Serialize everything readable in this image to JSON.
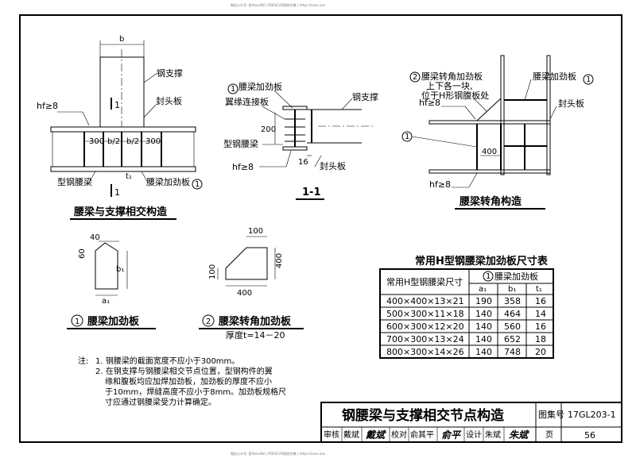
{
  "watermark": {
    "top": "微信公众号: 图书xxxPal | PDF&CAD图纸合集 | https://xxxx.xxx",
    "bottom": "微信公众号: 图书xxxPal | PDF&CAD图纸合集 | https://xxxx.xxx"
  },
  "detail_a": {
    "title": "腰梁与支撑相交构造",
    "dim_b": "b",
    "steel_brace": "钢支撑",
    "end_plate": "封头板",
    "hf": "hf≥8",
    "sec_mark_top": "1",
    "sec_mark_bottom": "1",
    "dim_300_l": "300",
    "dim_b2_l": "b/2",
    "dim_b2_r": "b/2",
    "dim_300_r": "300",
    "t1": "t₁",
    "beam": "型钢腰梁",
    "stiffener": "腰梁加劲板",
    "circle": "1"
  },
  "section_11": {
    "title": "1-1",
    "stiffener": "腰梁加劲板",
    "flange_plate": "翼缘连接板",
    "steel_brace": "钢支撑",
    "beam": "型钢腰梁",
    "dim_200": "200",
    "hf": "hf≥8",
    "dim_16": "16",
    "end_plate": "封头板",
    "circle": "1"
  },
  "detail_corner": {
    "title": "腰梁转角构造",
    "circle2": "2",
    "note_l1": "腰梁转角加劲板",
    "note_l2": "上下各一块,",
    "note_l3": "位于H形钢腹板处",
    "stiffener": "腰梁加劲板",
    "circle1": "1",
    "hf1": "hf≥8",
    "end_plate": "封头板",
    "circle1b": "1",
    "dim_400": "400",
    "hf2": "hf≥8"
  },
  "plate1": {
    "dim_40": "40",
    "dim_60": "60",
    "b1": "b₁",
    "a1": "a₁",
    "circle": "1",
    "title": "腰梁加劲板"
  },
  "plate2": {
    "dim_100_top": "100",
    "dim_400_right": "400",
    "dim_100_left": "100",
    "dim_400_bottom": "400",
    "circle": "2",
    "title": "腰梁转角加劲板",
    "thickness": "厚度t=14－20"
  },
  "table": {
    "title": "常用H型钢腰梁加劲板尺寸表",
    "col_header": "常用H型钢腰梁尺寸",
    "group_header": "腰梁加劲板",
    "group_circle": "1",
    "sub_headers": [
      "a₁",
      "b₁",
      "t₁"
    ],
    "rows": [
      [
        "400×400×13×21",
        "190",
        "358",
        "16"
      ],
      [
        "500×300×11×18",
        "140",
        "464",
        "14"
      ],
      [
        "600×300×12×20",
        "140",
        "560",
        "16"
      ],
      [
        "700×300×13×24",
        "140",
        "652",
        "18"
      ],
      [
        "800×300×14×26",
        "140",
        "748",
        "20"
      ]
    ]
  },
  "notes": {
    "label": "注:",
    "n1": "1. 钢腰梁的截面宽度不应小于300mm。",
    "n2a": "2. 在钢支撑与钢腰梁相交节点位置，型钢构件的翼",
    "n2b": "缘和腹板均应加焊加劲板，加劲板的厚度不应小",
    "n2c": "于10mm，焊缝高度不应小于8mm。加劲板规格尺",
    "n2d": "寸应通过钢腰梁受力计算确定。"
  },
  "titleblock": {
    "drawing_title": "钢腰梁与支撑相交节点构造",
    "atlas_label": "图集号",
    "atlas_no": "17GL203-1",
    "review_label": "审核",
    "review_name": "戴斌",
    "review_sign": "戴斌",
    "check_label": "校对",
    "check_name": "俞其平",
    "check_sign": "俞平",
    "design_label": "设计",
    "design_name": "朱斌",
    "design_sign": "朱斌",
    "page_label": "页",
    "page_no": "56"
  }
}
